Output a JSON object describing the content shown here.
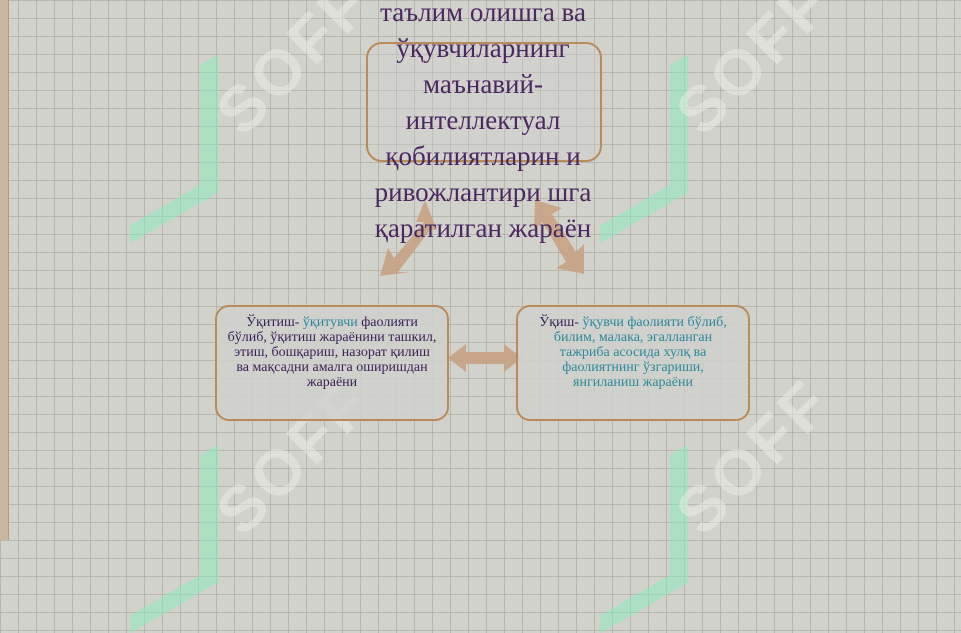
{
  "center": {
    "text": "таълим олишга ва ўқувчиларнинг маънавий-интеллектуал қобилиятларин и ривожлантири шга қаратилган жараён"
  },
  "left_box": {
    "term": "Ўқитиш-",
    "desc_colored": " ўқитувчи",
    "desc_rest": "фаолияти бўлиб, ўқитиш жараёнини ташкил, этиш, бошқариш, назорат қилиш ва мақсадни амалга оширишдан жараёни"
  },
  "right_box": {
    "term": "Ўқиш-",
    "desc_colored": " ўқувчи  фаолияти бўлиб, билим, малака, эгалланган тажриба асосида хулқ ва фаолиятнинг ўзгариши, янгиланиш жараёни"
  },
  "colors": {
    "box_border": "#b98a5a",
    "arrow": "#c8a284",
    "title_text": "#4a2860",
    "accent_text": "#2a8a9a"
  },
  "watermark": {
    "text": "SOFF"
  }
}
